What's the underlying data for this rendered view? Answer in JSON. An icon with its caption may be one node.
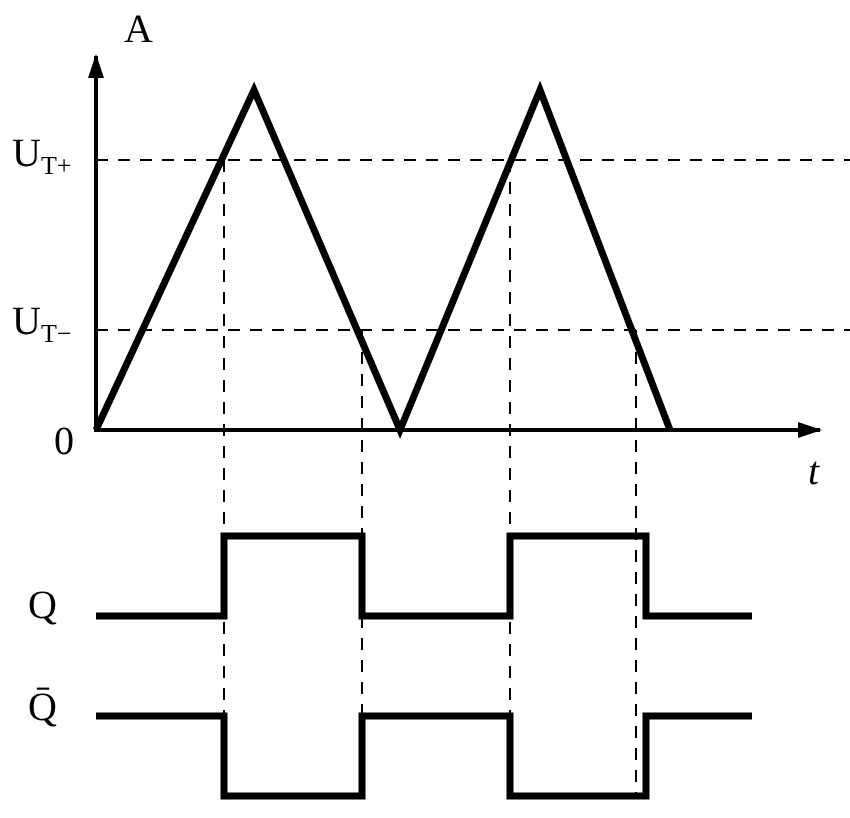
{
  "diagram": {
    "labels": [
      "A",
      "U$_{T+}$",
      "U$_{T−}$",
      "0",
      "t",
      "Q",
      "Q̄"
    ]
  }
}
